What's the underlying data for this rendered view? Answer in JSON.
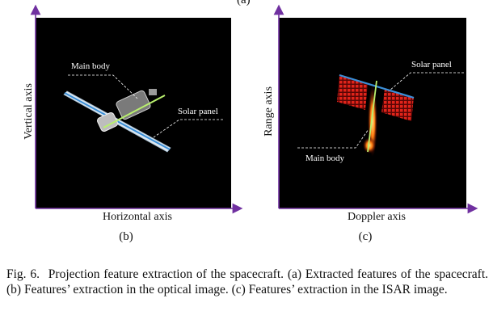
{
  "top_caption": "(a)",
  "panel_b": {
    "y_axis_label": "Vertical axis",
    "x_axis_label": "Horizontal axis",
    "sub_label": "(b)",
    "annotations": {
      "main_body": "Main body",
      "solar_panel": "Solar panel"
    }
  },
  "panel_c": {
    "y_axis_label": "Range axis",
    "x_axis_label": "Doppler axis",
    "sub_label": "(c)",
    "annotations": {
      "solar_panel": "Solar panel",
      "main_body": "Main body"
    }
  },
  "caption": {
    "fig_label": "Fig. 6.",
    "text": "Projection feature extraction of the spacecraft. (a) Extracted features of the spacecraft. (b) Features’ extraction in the optical image. (c) Features’ extraction in the ISAR image."
  },
  "colors": {
    "axis": "#7030a0",
    "panel_bg": "#000000",
    "feature_line": "#b9f06e",
    "solar_blue": "#3a8fd8",
    "isar_red": "#c0181a"
  }
}
